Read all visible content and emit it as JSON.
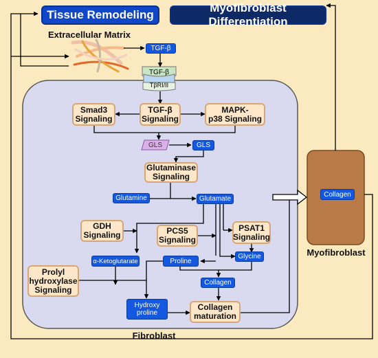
{
  "headers": {
    "tissue_remodeling": "Tissue Remodeling",
    "myofibroblast_differentiation": "Myofibroblast Differentiation"
  },
  "labels": {
    "extracellular_matrix": "Extracellular Matrix",
    "fibroblast": "Fibroblast",
    "myofibroblast": "Myofibroblast"
  },
  "receptor": {
    "top": "TGF-β",
    "bottom": "TβRI/II"
  },
  "signaling": {
    "smad3": "Smad3\nSignaling",
    "tgfb": "TGF-β\nSignaling",
    "mapk": "MAPK-\np38 Signaling",
    "glutaminase": "Glutaminase\nSignaling",
    "gdh": "GDH\nSignaling",
    "pcs5": "PCS5\nSignaling",
    "psat1": "PSAT1\nSignaling",
    "prolyl": "Prolyl\nhydroxylase\nSignaling",
    "collagen_maturation": "Collagen\nmaturation"
  },
  "molecules": {
    "tgfb_ligand": "TGF-β",
    "gls_inactive": "GLS",
    "gls_active": "GLS",
    "glutamine": "Glutamine",
    "glutamate": "Glutamate",
    "alpha_kg": "α-Ketoglutarate",
    "proline": "Proline",
    "glycine": "Glycine",
    "collagen_cell": "Collagen",
    "hydroxyproline": "Hydroxy\nproline",
    "collagen_myo": "Collagen"
  },
  "colors": {
    "background": "#fbe9c0",
    "cell": "#d9daf0",
    "header_blue": "#1047c8",
    "header_dark": "#0d2a66",
    "signaling_fill": "#fde7c8",
    "molecule_blue": "#1458e0",
    "myofibroblast": "#b87a46"
  }
}
